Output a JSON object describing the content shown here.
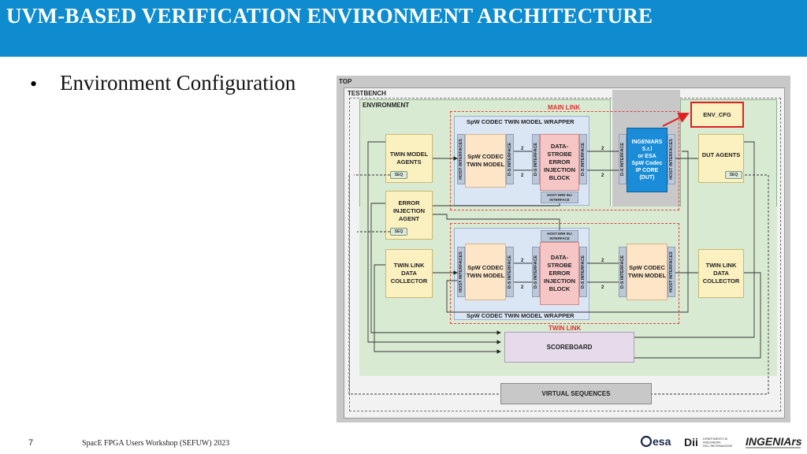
{
  "header": {
    "title": "UVM-BASED VERIFICATION ENVIRONMENT ARCHITECTURE"
  },
  "content": {
    "bullet_symbol": "•",
    "bullet_text": "Environment Configuration"
  },
  "diagram": {
    "top_label": "TOP",
    "testbench_label": "TESTBENCH",
    "environment_label": "ENVIRONMENT",
    "main_link_label": "MAIN LINK",
    "twin_link_label": "TWIN LINK",
    "env_cfg": "ENV_CFG",
    "wrapper_label": "SpW CODEC TWIN MODEL WRAPPER",
    "twin_model_agents": "TWIN MODEL\nAGENTS",
    "error_injection_agent": "ERROR\nINJECTION\nAGENT",
    "twin_link_data_collector": "TWIN LINK\nDATA\nCOLLECTOR",
    "dut_agents": "DUT AGENTS",
    "spw_codec_twin_model": "SpW CODEC\nTWIN MODEL",
    "ds_error_block": "DATA-\nSTROBE\nERROR\nINJECTION\nBLOCK",
    "host_err_inj": "HOST ERR INJ\nINTERFACE",
    "host_interfaces": "HOST INTERFACES",
    "ds_interface": "D-S INTERFACE",
    "dut_core": "INGENIARS\nS.r.l\nor ESA\nSpW Codec\nIP CORE\n(DUT)",
    "seq": "SEQ",
    "scoreboard": "SCOREBOARD",
    "virtual_sequences": "VIRTUAL SEQUENCES",
    "bus_width": "2",
    "colors": {
      "header": "#0f8ccf",
      "environment": "#d9ead3",
      "agent_box": "#fbf0c0",
      "twin_model_box": "#fde5c8",
      "error_block": "#f6c6c6",
      "dut": "#1a8cd8",
      "link_frame": "#e84040",
      "scoreboard": "#e6dbea"
    }
  },
  "footer": {
    "page_number": "7",
    "text": "SpacE FPGA Users Workshop (SEFUW) 2023",
    "logo_esa": "esa",
    "logo_dii": "Dii",
    "logo_dii_sub": "DIPARTIMENTO DI\nINGEGNERIA\nDELL'INFORMAZIONE",
    "logo_ingeniars": "INGENIArs"
  }
}
